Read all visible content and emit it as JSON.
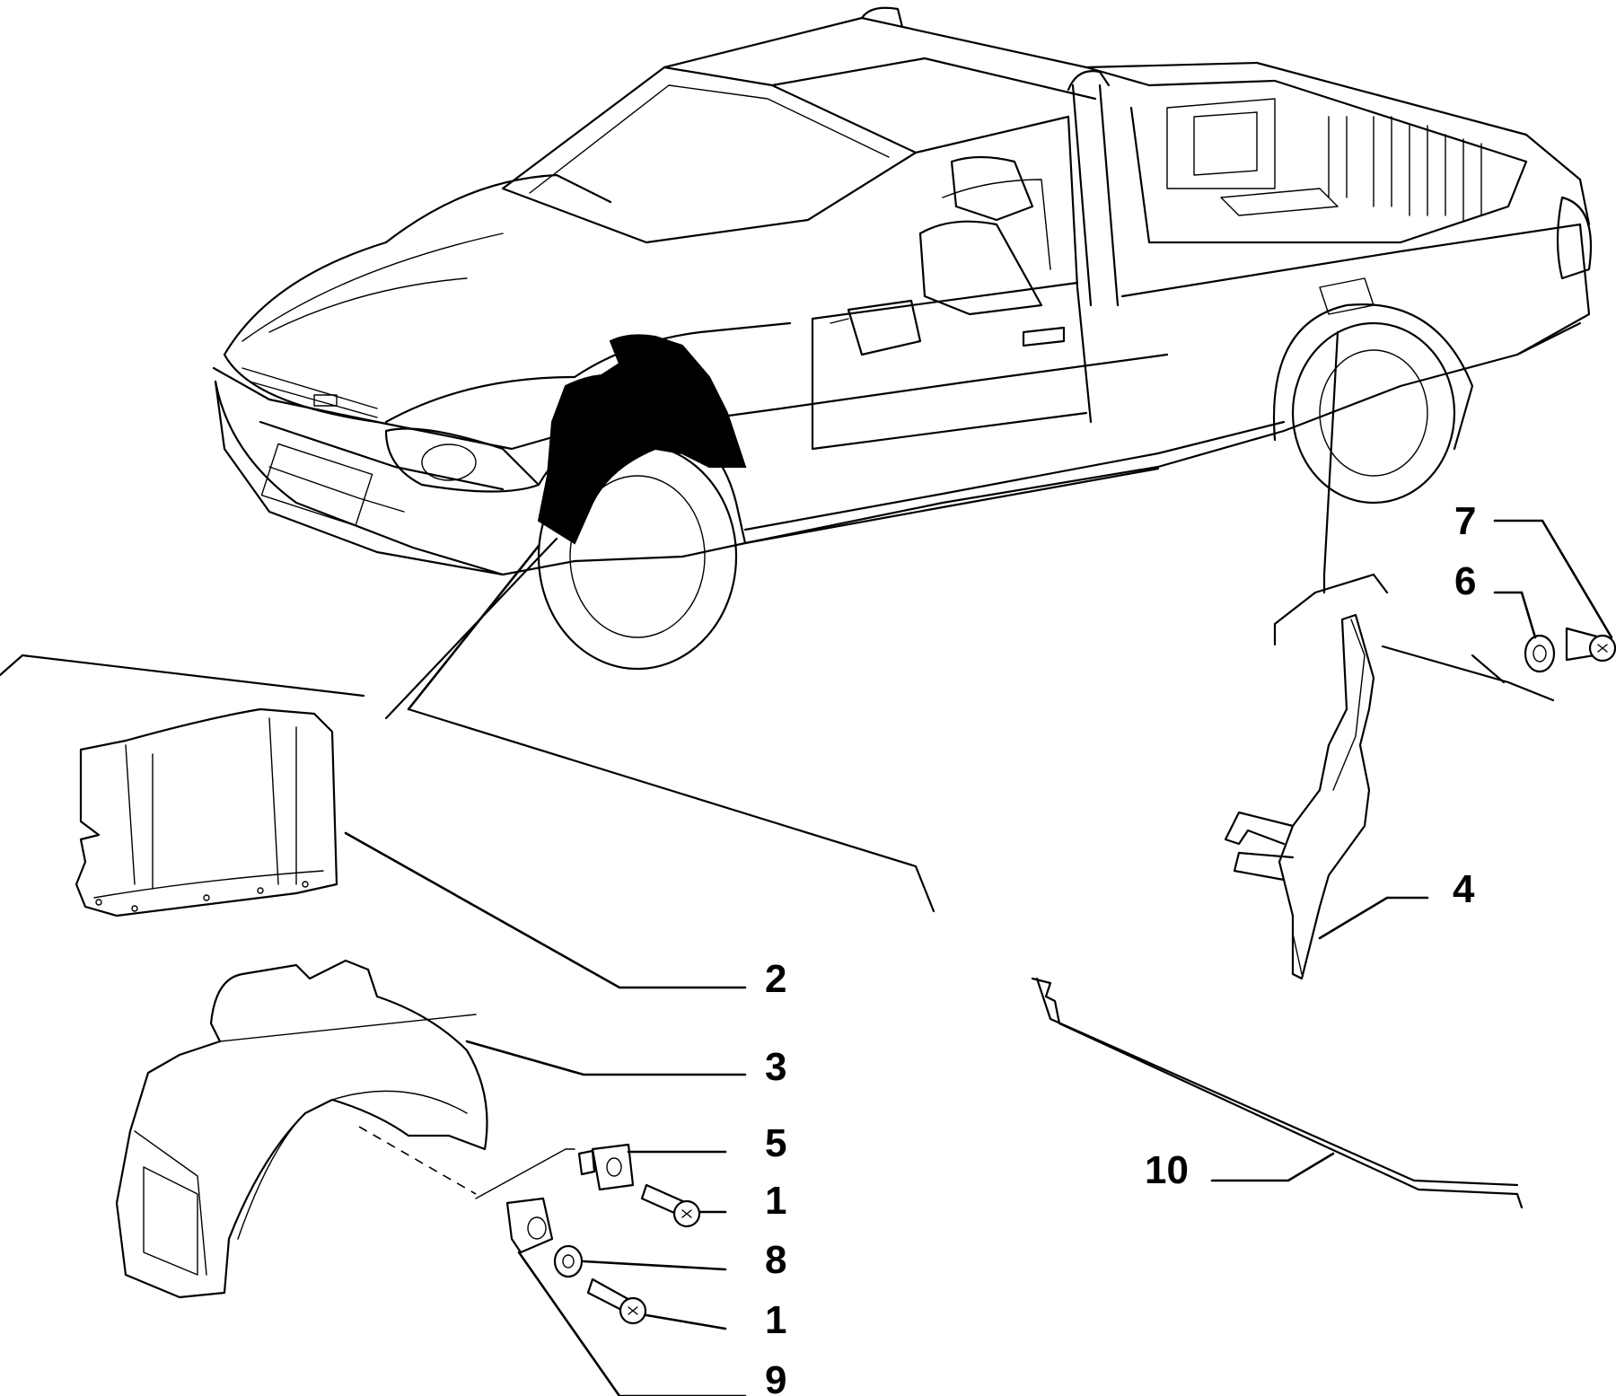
{
  "diagram": {
    "callouts": [
      {
        "key": "c7",
        "text": "7"
      },
      {
        "key": "c6",
        "text": "6"
      },
      {
        "key": "c4",
        "text": "4"
      },
      {
        "key": "c2",
        "text": "2"
      },
      {
        "key": "c3",
        "text": "3"
      },
      {
        "key": "c5",
        "text": "5"
      },
      {
        "key": "c1a",
        "text": "1"
      },
      {
        "key": "c8",
        "text": "8"
      },
      {
        "key": "c1b",
        "text": "1"
      },
      {
        "key": "c9",
        "text": "9"
      },
      {
        "key": "c10",
        "text": "10"
      }
    ]
  }
}
